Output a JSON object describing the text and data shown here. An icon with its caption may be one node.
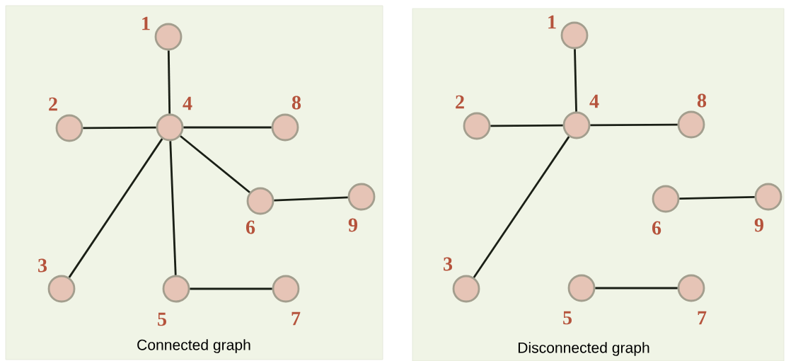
{
  "diagram": {
    "nodes": [
      {
        "text": [
          "Connected graph"
        ]
      },
      {
        "text": [],
        "shape": "circle",
        "beside": [
          "1"
        ],
        "in": 0
      },
      {
        "text": [],
        "shape": "circle",
        "beside": [
          "2"
        ],
        "in": 0
      },
      {
        "text": [],
        "shape": "circle",
        "beside": [
          "3"
        ],
        "in": 0
      },
      {
        "text": [],
        "shape": "circle",
        "beside": [
          "4"
        ],
        "in": 0
      },
      {
        "text": [],
        "shape": "circle",
        "beside": [
          "5"
        ],
        "in": 0
      },
      {
        "text": [],
        "shape": "circle",
        "beside": [
          "6"
        ],
        "in": 0
      },
      {
        "text": [],
        "shape": "circle",
        "beside": [
          "7"
        ],
        "in": 0
      },
      {
        "text": [],
        "shape": "circle",
        "beside": [
          "8"
        ],
        "in": 0
      },
      {
        "text": [],
        "shape": "circle",
        "beside": [
          "9"
        ],
        "in": 0
      },
      {
        "text": [
          "Disconnected graph"
        ]
      },
      {
        "text": [],
        "shape": "circle",
        "beside": [
          "1"
        ],
        "in": 10
      },
      {
        "text": [],
        "shape": "circle",
        "beside": [
          "2"
        ],
        "in": 10
      },
      {
        "text": [],
        "shape": "circle",
        "beside": [
          "3"
        ],
        "in": 10
      },
      {
        "text": [],
        "shape": "circle",
        "beside": [
          "4"
        ],
        "in": 10
      },
      {
        "text": [],
        "shape": "circle",
        "beside": [
          "5"
        ],
        "in": 10
      },
      {
        "text": [],
        "shape": "circle",
        "beside": [
          "6"
        ],
        "in": 10
      },
      {
        "text": [],
        "shape": "circle",
        "beside": [
          "7"
        ],
        "in": 10
      },
      {
        "text": [],
        "shape": "circle",
        "beside": [
          "8"
        ],
        "in": 10
      },
      {
        "text": [],
        "shape": "circle",
        "beside": [
          "9"
        ],
        "in": 10
      }
    ],
    "edges": [
      {
        "from": 1,
        "to": 4,
        "arrow": "none"
      },
      {
        "from": 2,
        "to": 4,
        "arrow": "none"
      },
      {
        "from": 4,
        "to": 8,
        "arrow": "none"
      },
      {
        "from": 4,
        "to": 6,
        "arrow": "none"
      },
      {
        "from": 6,
        "to": 9,
        "arrow": "none"
      },
      {
        "from": 4,
        "to": 3,
        "arrow": "none"
      },
      {
        "from": 4,
        "to": 5,
        "arrow": "none"
      },
      {
        "from": 5,
        "to": 7,
        "arrow": "none"
      },
      {
        "from": 11,
        "to": 14,
        "arrow": "none"
      },
      {
        "from": 12,
        "to": 14,
        "arrow": "none"
      },
      {
        "from": 14,
        "to": 18,
        "arrow": "none"
      },
      {
        "from": 14,
        "to": 13,
        "arrow": "none"
      },
      {
        "from": 16,
        "to": 19,
        "arrow": "none"
      },
      {
        "from": 15,
        "to": 17,
        "arrow": "none"
      }
    ]
  }
}
